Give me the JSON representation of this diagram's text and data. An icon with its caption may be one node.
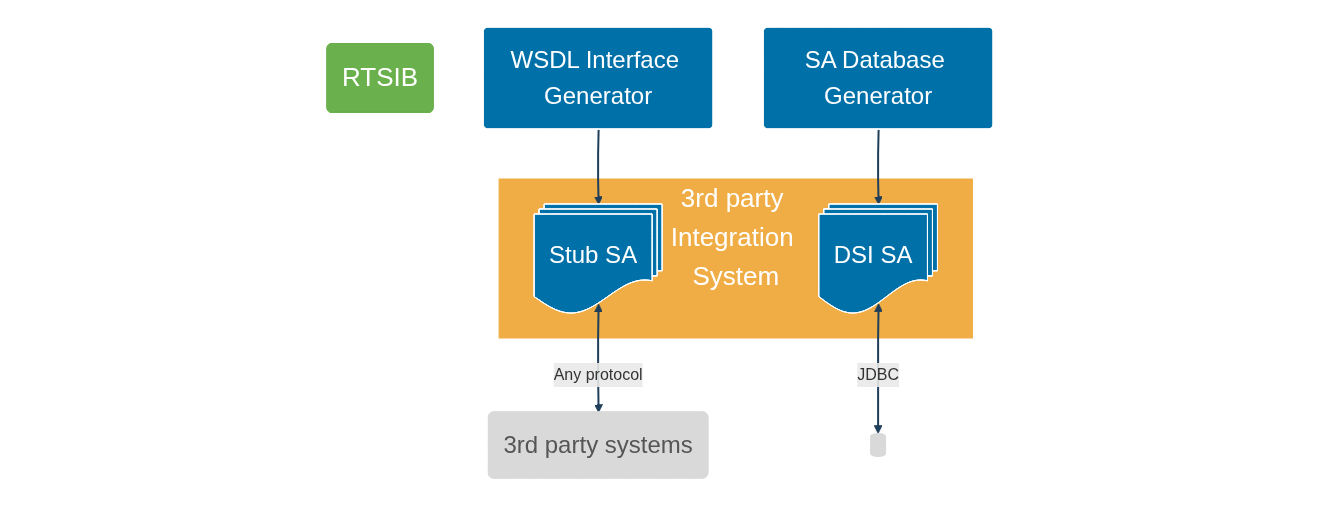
{
  "diagram": {
    "nodes": [
      {
        "text": [
          "RTSIB"
        ]
      },
      {
        "text": [
          "3rd party Integration System"
        ]
      },
      {
        "text": [
          "Stub SA"
        ],
        "in": 1
      },
      {
        "text": [
          "DSI SA"
        ],
        "in": 1
      },
      {
        "text": [
          "WSDL Interface Generator"
        ]
      },
      {
        "text": [
          "SA Database Generator"
        ]
      },
      {
        "text": [
          "3rd party systems"
        ]
      },
      {
        "text": [],
        "shape": "cylinder"
      }
    ],
    "edges": [
      {
        "from": 4,
        "to": 2,
        "arrow": "to"
      },
      {
        "from": 5,
        "to": 3,
        "arrow": "to"
      },
      {
        "from": 2,
        "to": 6,
        "label": "Any protocol",
        "arrow": "both"
      },
      {
        "from": 3,
        "to": 7,
        "label": "JDBC",
        "arrow": "both"
      }
    ]
  }
}
